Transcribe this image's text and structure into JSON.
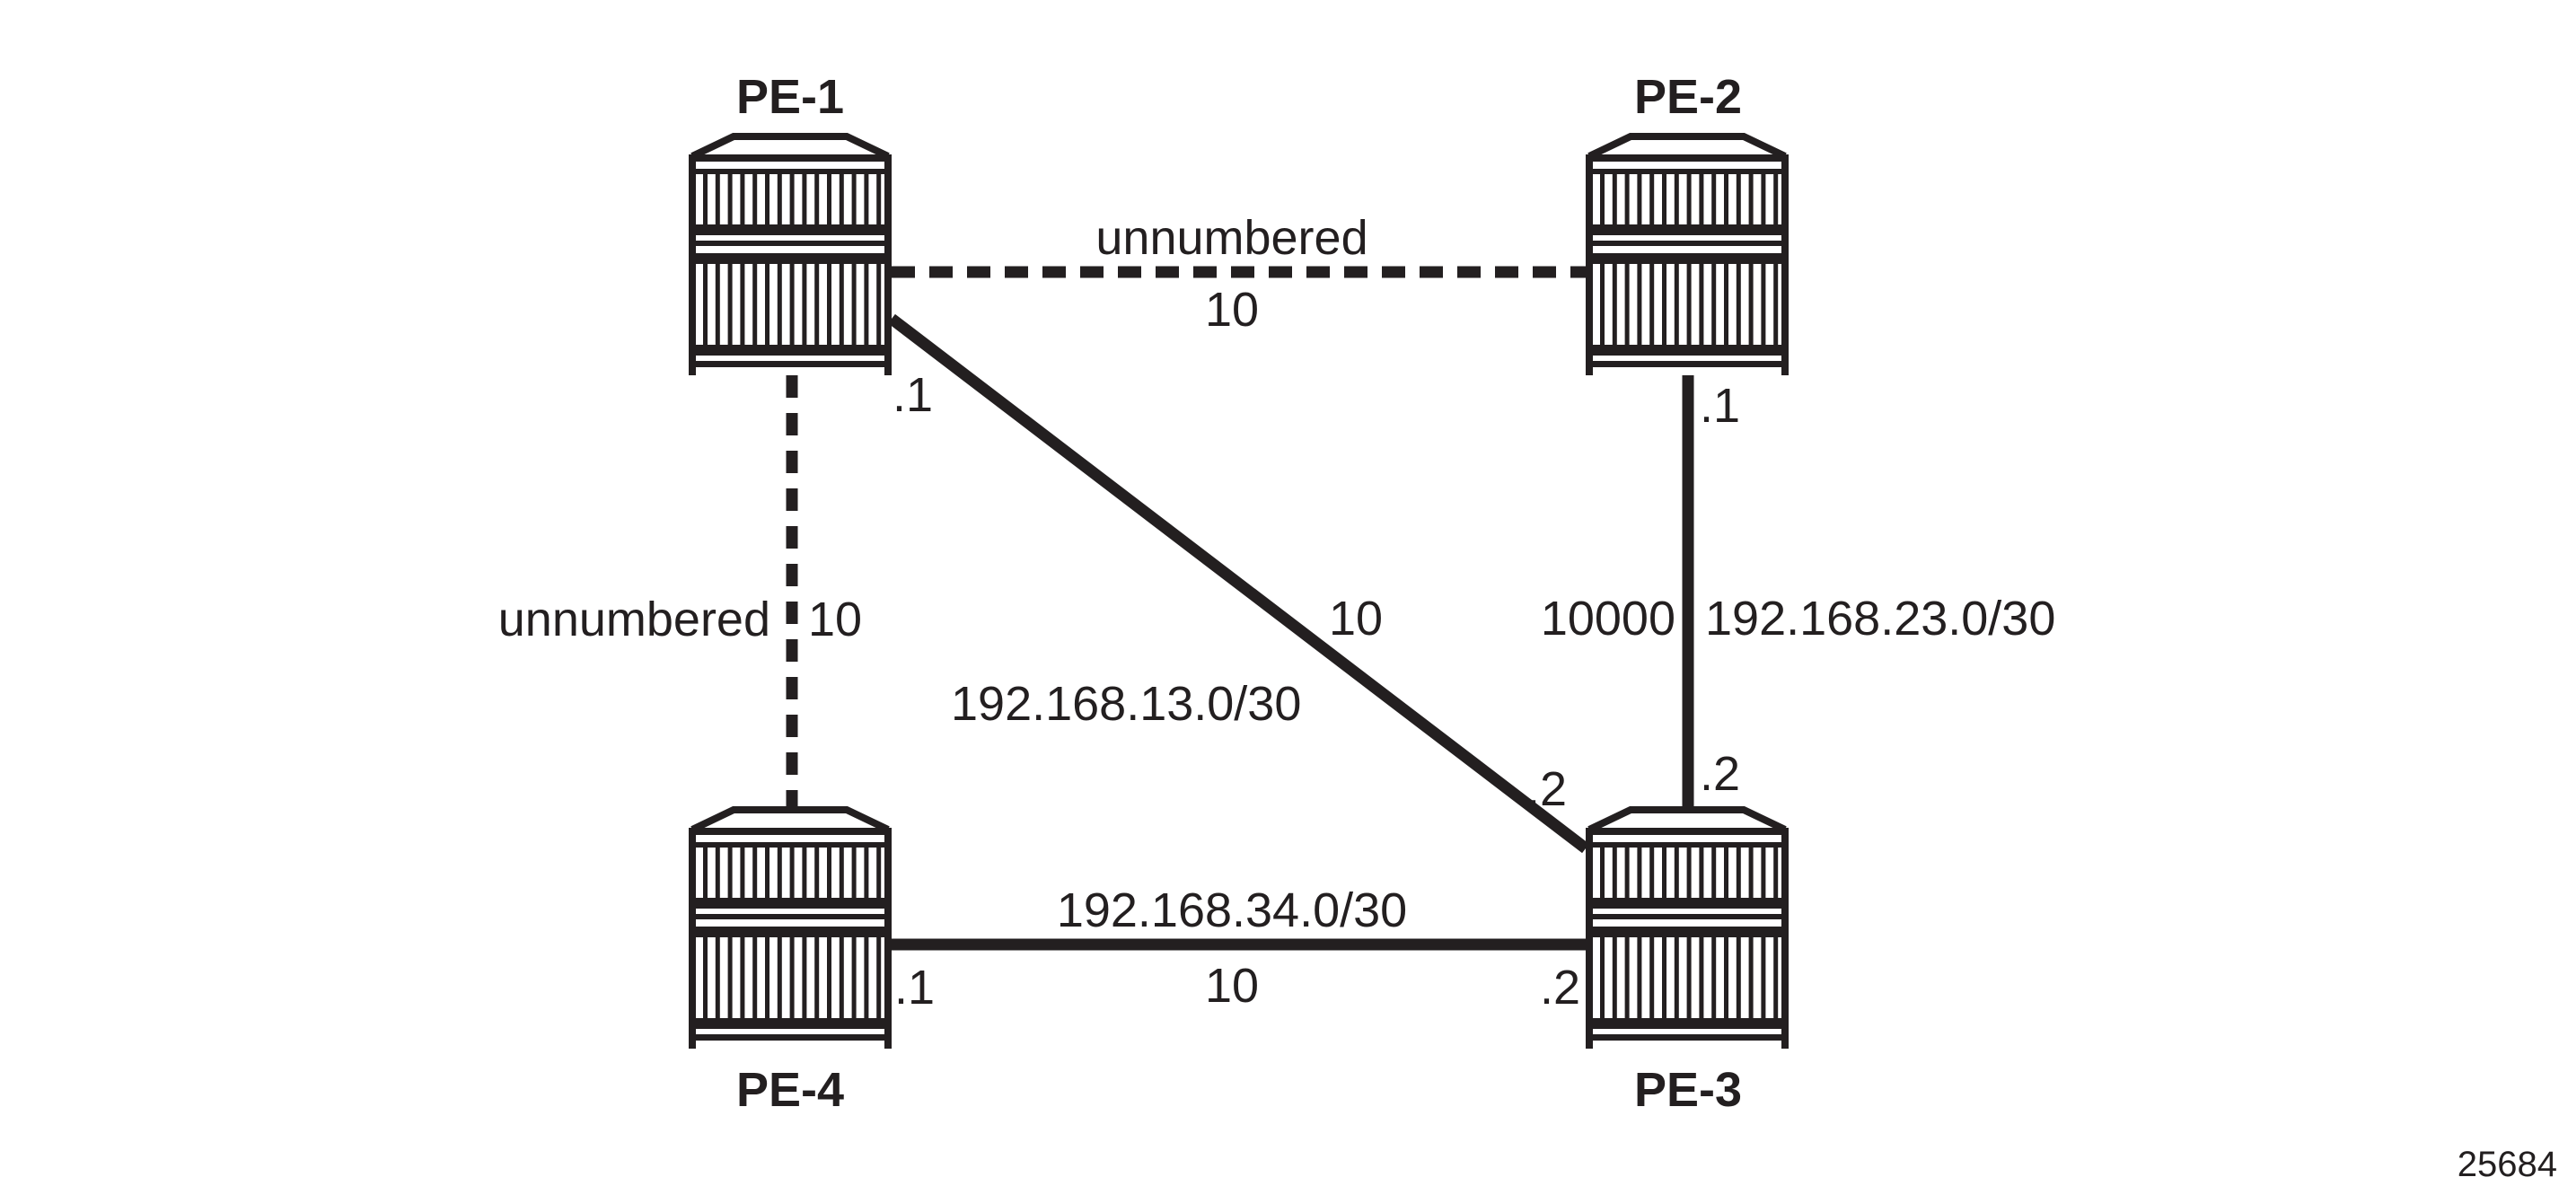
{
  "figure_id": "25684",
  "colors": {
    "ink": "#231f20",
    "background": "#ffffff"
  },
  "nodes": [
    {
      "id": "PE-1",
      "label": "PE-1"
    },
    {
      "id": "PE-2",
      "label": "PE-2"
    },
    {
      "id": "PE-3",
      "label": "PE-3"
    },
    {
      "id": "PE-4",
      "label": "PE-4"
    }
  ],
  "links": [
    {
      "id": "pe1-pe2",
      "from": "PE-1",
      "to": "PE-2",
      "style": "dashed",
      "subnet": "unnumbered",
      "metric": "10",
      "from_addr": "",
      "to_addr": ""
    },
    {
      "id": "pe1-pe4",
      "from": "PE-1",
      "to": "PE-4",
      "style": "dashed",
      "subnet": "unnumbered",
      "metric": "10",
      "from_addr": "",
      "to_addr": ""
    },
    {
      "id": "pe1-pe3",
      "from": "PE-1",
      "to": "PE-3",
      "style": "solid",
      "subnet": "192.168.13.0/30",
      "metric": "10",
      "from_addr": ".1",
      "to_addr": ".2"
    },
    {
      "id": "pe2-pe3",
      "from": "PE-2",
      "to": "PE-3",
      "style": "solid",
      "subnet": "192.168.23.0/30",
      "metric": "10000",
      "from_addr": ".1",
      "to_addr": ".2"
    },
    {
      "id": "pe4-pe3",
      "from": "PE-4",
      "to": "PE-3",
      "style": "solid",
      "subnet": "192.168.34.0/30",
      "metric": "10",
      "from_addr": ".1",
      "to_addr": ".2"
    }
  ]
}
